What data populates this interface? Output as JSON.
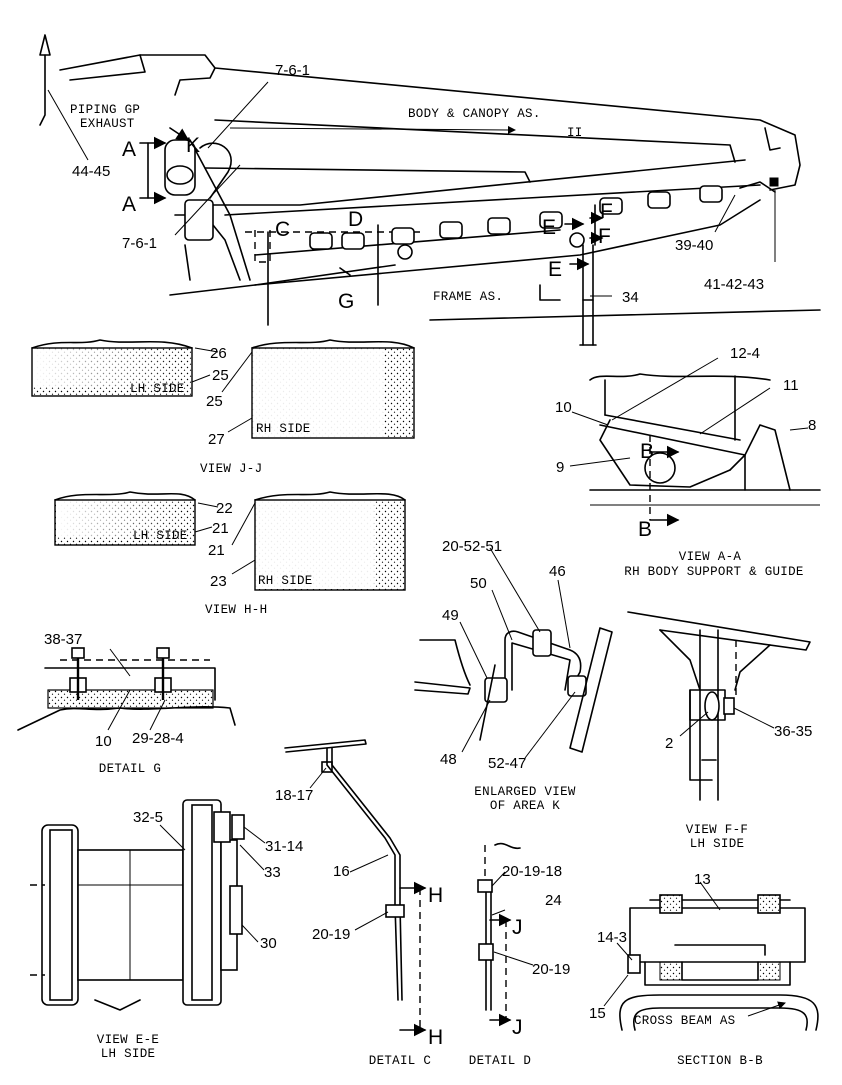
{
  "main_view": {
    "piping_gp": "PIPING GP",
    "exhaust": "EXHAUST",
    "body_canopy": "BODY & CANOPY AS.",
    "frame": "FRAME AS.",
    "roman_two": "II",
    "ref_7_6_1_top": "7-6-1",
    "ref_7_6_1_bottom": "7-6-1",
    "ref_44_45": "44-45",
    "ref_39_40": "39-40",
    "ref_41_42_43": "41-42-43",
    "ref_34": "34",
    "letter_a_top": "A",
    "letter_a_bottom": "A",
    "letter_k": "K",
    "letter_c": "C",
    "letter_d": "D",
    "letter_e1": "E",
    "letter_e2": "E",
    "letter_f1": "F",
    "letter_f2": "F",
    "letter_g": "G"
  },
  "view_jj": {
    "ref_26": "26",
    "ref_25a": "25",
    "ref_25b": "25",
    "ref_27": "27",
    "lh_side": "LH SIDE",
    "rh_side": "RH SIDE",
    "caption": "VIEW J-J"
  },
  "view_hh": {
    "ref_22": "22",
    "ref_21a": "21",
    "ref_21b": "21",
    "ref_23": "23",
    "lh_side": "LH SIDE",
    "rh_side": "RH SIDE",
    "caption": "VIEW H-H"
  },
  "view_aa": {
    "ref_12_4": "12-4",
    "ref_11": "11",
    "ref_10": "10",
    "ref_9": "9",
    "ref_8": "8",
    "letter_b1": "B",
    "letter_b2": "B",
    "caption_1": "VIEW A-A",
    "caption_2": "RH BODY SUPPORT & GUIDE"
  },
  "area_k": {
    "ref_20_52_51": "20-52-51",
    "ref_50": "50",
    "ref_46": "46",
    "ref_49": "49",
    "ref_48": "48",
    "ref_52_47": "52-47",
    "caption_1": "ENLARGED VIEW",
    "caption_2": "OF AREA K"
  },
  "detail_g": {
    "ref_38_37": "38-37",
    "ref_10": "10",
    "ref_29_28_4": "29-28-4",
    "caption": "DETAIL G"
  },
  "view_ff": {
    "ref_2": "2",
    "ref_36_35": "36-35",
    "caption_1": "VIEW F-F",
    "caption_2": "LH SIDE"
  },
  "view_ee": {
    "ref_32_5": "32-5",
    "ref_31_14": "31-14",
    "ref_33": "33",
    "ref_30": "30",
    "caption_1": "VIEW E-E",
    "caption_2": "LH SIDE"
  },
  "detail_c": {
    "ref_18_17": "18-17",
    "ref_16": "16",
    "ref_20_19": "20-19",
    "letter_h1": "H",
    "letter_h2": "H",
    "caption": "DETAIL C"
  },
  "detail_d": {
    "ref_20_19_18": "20-19-18",
    "ref_24": "24",
    "ref_20_19": "20-19",
    "letter_j1": "J",
    "letter_j2": "J",
    "caption": "DETAIL D"
  },
  "section_bb": {
    "ref_13": "13",
    "ref_14_3": "14-3",
    "ref_15": "15",
    "cross_beam": "CROSS BEAM AS",
    "caption": "SECTION B-B"
  }
}
